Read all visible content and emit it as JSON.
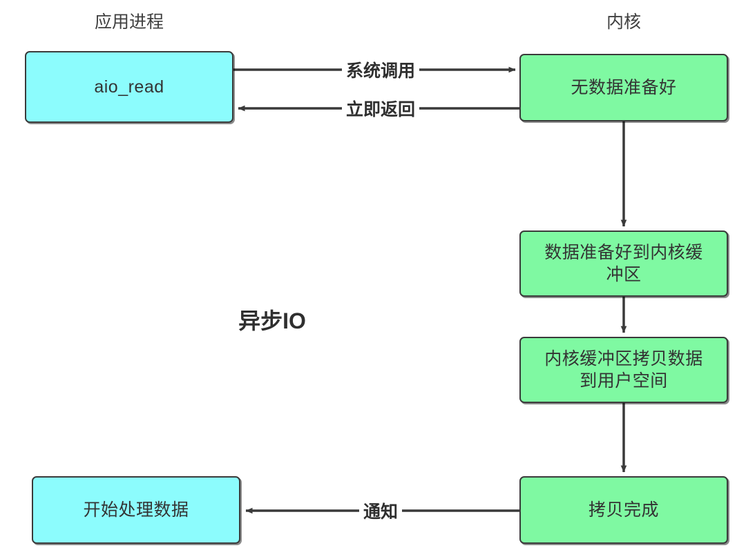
{
  "diagram": {
    "title": "异步IO",
    "background": "#ffffff",
    "colors": {
      "process_fill": "#8cfcfd",
      "kernel_fill": "#7ff9a2",
      "stroke": "#3a3a3a",
      "text": "#333333"
    },
    "columns": [
      {
        "id": "app",
        "label": "应用进程"
      },
      {
        "id": "kernel",
        "label": "内核"
      }
    ],
    "nodes": [
      {
        "id": "aio_read",
        "label": "aio_read",
        "column": "app",
        "kind": "process"
      },
      {
        "id": "no_data_ready",
        "label": "无数据准备好",
        "column": "kernel",
        "kind": "kernel"
      },
      {
        "id": "data_ready_to_kernel_buffer",
        "label": "数据准备好到内核缓\n冲区",
        "column": "kernel",
        "kind": "kernel"
      },
      {
        "id": "copy_kernel_to_user",
        "label": "内核缓冲区拷贝数据\n到用户空间",
        "column": "kernel",
        "kind": "kernel"
      },
      {
        "id": "copy_done",
        "label": "拷贝完成",
        "column": "kernel",
        "kind": "kernel"
      },
      {
        "id": "start_processing_data",
        "label": "开始处理数据",
        "column": "app",
        "kind": "process"
      }
    ],
    "edges": [
      {
        "id": "syscall",
        "from": "aio_read",
        "to": "no_data_ready",
        "label": "系统调用",
        "direction": "right"
      },
      {
        "id": "return_now",
        "from": "no_data_ready",
        "to": "aio_read",
        "label": "立即返回",
        "direction": "left"
      },
      {
        "id": "prepare",
        "from": "no_data_ready",
        "to": "data_ready_to_kernel_buffer",
        "label": "",
        "direction": "down"
      },
      {
        "id": "copy",
        "from": "data_ready_to_kernel_buffer",
        "to": "copy_kernel_to_user",
        "label": "",
        "direction": "down"
      },
      {
        "id": "finish",
        "from": "copy_kernel_to_user",
        "to": "copy_done",
        "label": "",
        "direction": "down"
      },
      {
        "id": "notify",
        "from": "copy_done",
        "to": "start_processing_data",
        "label": "通知",
        "direction": "left"
      }
    ]
  }
}
